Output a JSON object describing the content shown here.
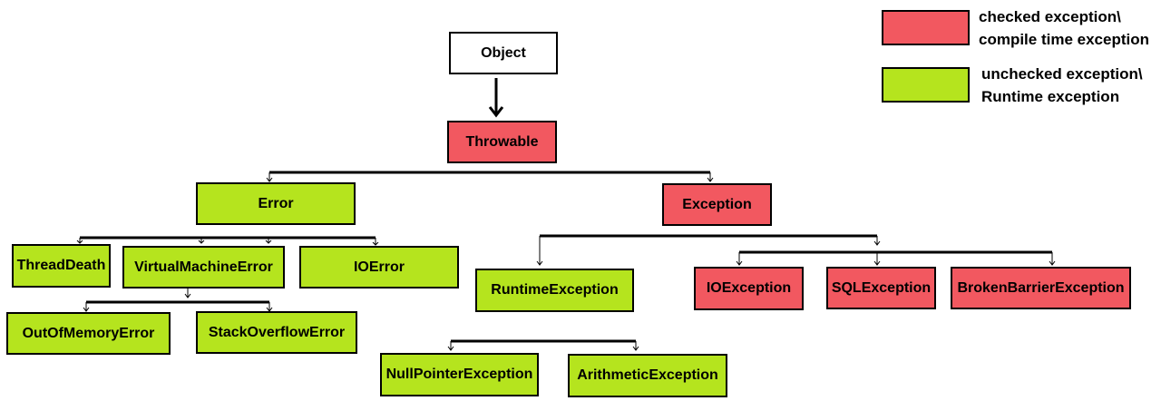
{
  "colors": {
    "checked": "#f25860",
    "unchecked": "#b5e41e",
    "root": "#ffffff",
    "line": "#000000"
  },
  "legend": {
    "checked_line1": "checked exception\\",
    "checked_line2": "compile time exception",
    "unchecked_line1": "unchecked exception\\",
    "unchecked_line2": "Runtime exception"
  },
  "nodes": {
    "object": "Object",
    "throwable": "Throwable",
    "error": "Error",
    "exception": "Exception",
    "thread_death": "ThreadDeath",
    "virtual_machine_error": "VirtualMachineError",
    "io_error": "IOError",
    "out_of_memory_error": "OutOfMemoryError",
    "stack_overflow_error": "StackOverflowError",
    "runtime_exception": "RuntimeException",
    "null_pointer_exception": "NullPointerException",
    "arithmetic_exception": "ArithmeticException",
    "io_exception": "IOException",
    "sql_exception": "SQLException",
    "broken_barrier_exception": "BrokenBarrierException"
  }
}
